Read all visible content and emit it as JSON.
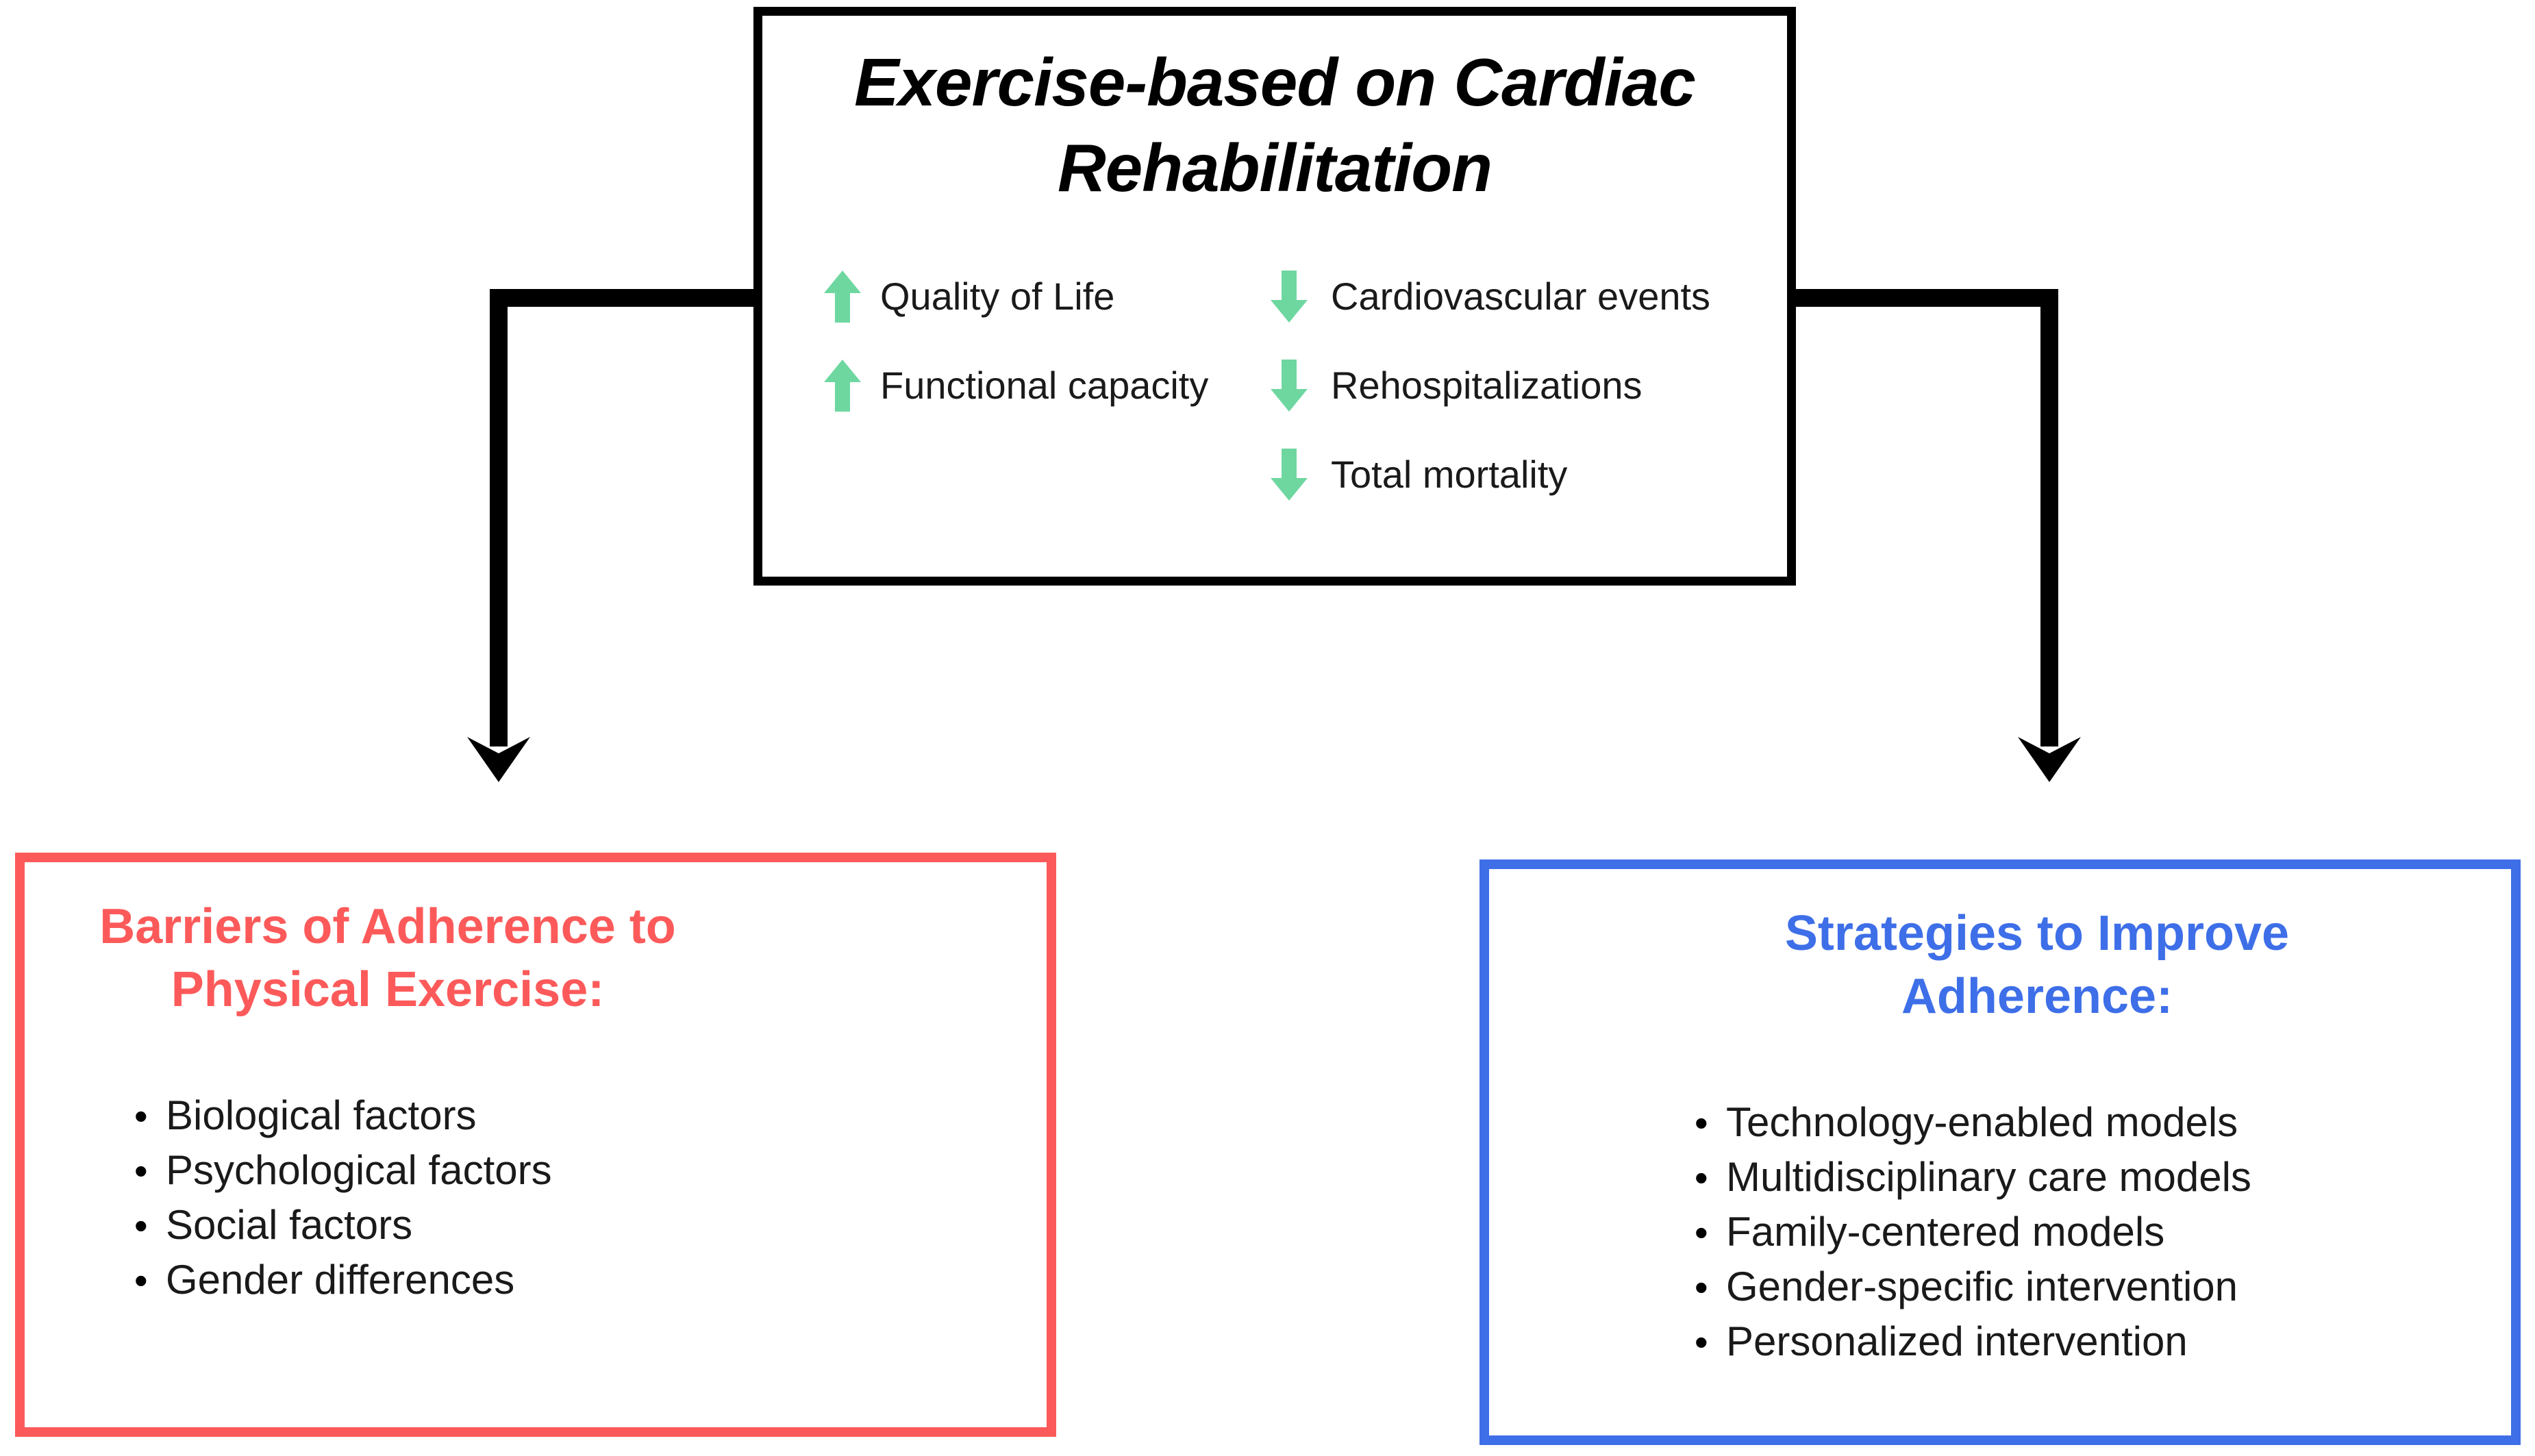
{
  "diagram": {
    "top_box": {
      "title": "Exercise-based on Cardiac Rehabilitation",
      "outcomes_increase": [
        {
          "direction": "up",
          "label": "Quality of Life"
        },
        {
          "direction": "up",
          "label": "Functional capacity"
        }
      ],
      "outcomes_decrease": [
        {
          "direction": "down",
          "label": "Cardiovascular events"
        },
        {
          "direction": "down",
          "label": "Rehospitalizations"
        },
        {
          "direction": "down",
          "label": "Total mortality"
        }
      ]
    },
    "left_box": {
      "heading": "Barriers of Adherence to Physical Exercise:",
      "items": [
        "Biological factors",
        "Psychological factors",
        "Social factors",
        "Gender differences"
      ]
    },
    "right_box": {
      "heading": "Strategies to Improve Adherence:",
      "items": [
        "Technology-enabled models",
        "Multidisciplinary care models",
        "Family-centered models",
        "Gender-specific intervention",
        "Personalized intervention"
      ]
    },
    "colors": {
      "top_border": "#000000",
      "left_border": "#fc5a5a",
      "left_heading": "#fc5a5a",
      "right_border": "#3e6fe8",
      "right_heading": "#3e6fe8",
      "arrow_up": "#6ed7a0",
      "arrow_down": "#6ed7a0",
      "connector": "#000000",
      "text": "#1a1a1a",
      "background": "#ffffff"
    },
    "icons": {
      "arrow_up": "arrow-up-icon",
      "arrow_down": "arrow-down-icon",
      "bullet": "bullet-dot-icon",
      "connector_left": "elbow-arrow-down-left-icon",
      "connector_right": "elbow-arrow-down-right-icon"
    },
    "bullet_glyph": "•"
  }
}
